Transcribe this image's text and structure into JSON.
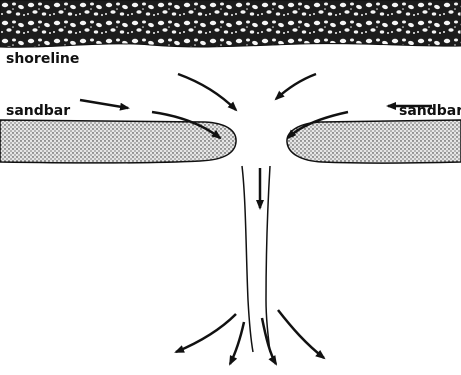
{
  "labels": {
    "shoreline": "shoreline",
    "sandbar_left": "sandbar",
    "sandbar_right": "sandbar"
  },
  "colors": {
    "ink": "#111111",
    "stipple": "#d9d9d9",
    "background": "#ffffff"
  }
}
